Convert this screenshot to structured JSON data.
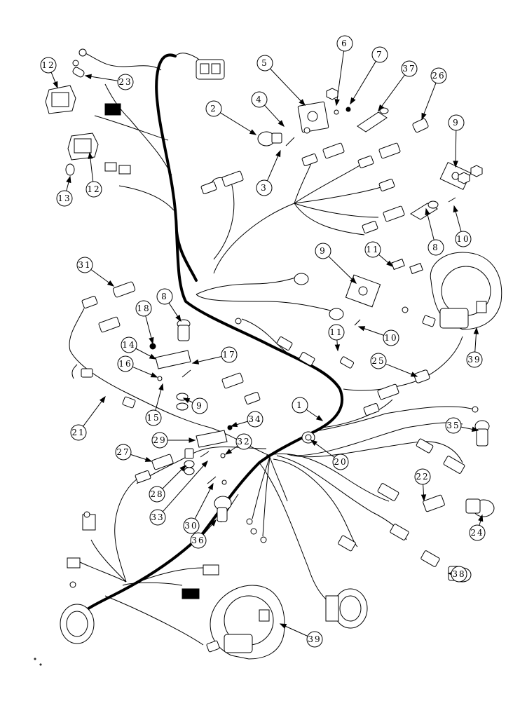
{
  "callouts": [
    {
      "label": "1"
    },
    {
      "label": "2"
    },
    {
      "label": "3"
    },
    {
      "label": "4"
    },
    {
      "label": "5"
    },
    {
      "label": "6"
    },
    {
      "label": "7"
    },
    {
      "label": "37"
    },
    {
      "label": "26"
    },
    {
      "label": "9"
    },
    {
      "label": "8"
    },
    {
      "label": "10"
    },
    {
      "label": "11"
    },
    {
      "label": "9"
    },
    {
      "label": "11"
    },
    {
      "label": "10"
    },
    {
      "label": "39"
    },
    {
      "label": "25"
    },
    {
      "label": "35"
    },
    {
      "label": "20"
    },
    {
      "label": "22"
    },
    {
      "label": "24"
    },
    {
      "label": "38"
    },
    {
      "label": "39"
    },
    {
      "label": "12"
    },
    {
      "label": "23"
    },
    {
      "label": "12"
    },
    {
      "label": "13"
    },
    {
      "label": "31"
    },
    {
      "label": "8"
    },
    {
      "label": "18"
    },
    {
      "label": "14"
    },
    {
      "label": "17"
    },
    {
      "label": "16"
    },
    {
      "label": "9"
    },
    {
      "label": "15"
    },
    {
      "label": "21"
    },
    {
      "label": "34"
    },
    {
      "label": "29"
    },
    {
      "label": "32"
    },
    {
      "label": "27"
    },
    {
      "label": "28"
    },
    {
      "label": "33"
    },
    {
      "label": "30"
    },
    {
      "label": "36"
    }
  ],
  "colors": {
    "ink": "#000000",
    "paper": "#ffffff"
  }
}
